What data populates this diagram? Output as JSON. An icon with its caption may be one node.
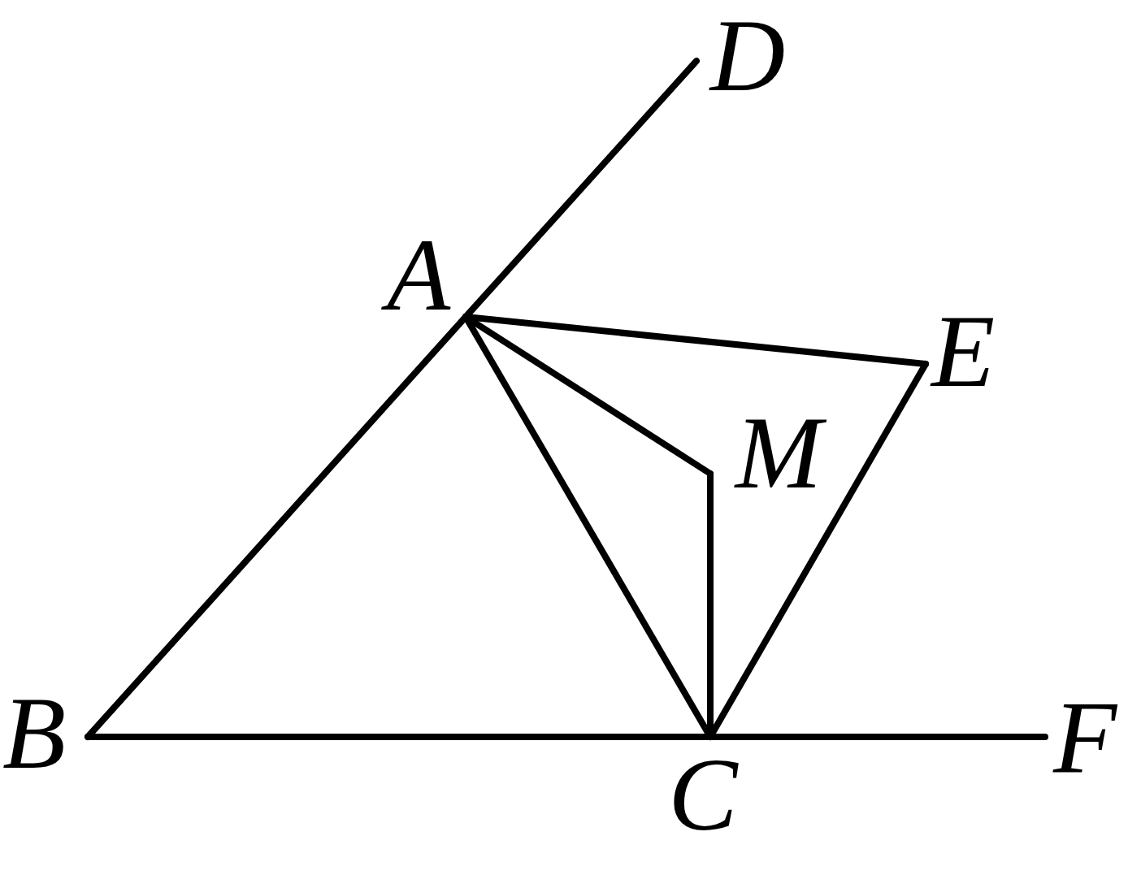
{
  "diagram": {
    "nodes": [
      {
        "text": [
          "D"
        ]
      },
      {
        "text": [
          "A"
        ]
      },
      {
        "text": [
          "E"
        ]
      },
      {
        "text": [
          "M"
        ]
      },
      {
        "text": [
          "B"
        ]
      },
      {
        "text": [
          "C"
        ]
      },
      {
        "text": [
          "F"
        ]
      }
    ],
    "edges": [
      {
        "from": 1,
        "to": 0,
        "arrow": "none"
      },
      {
        "from": 4,
        "to": 1,
        "arrow": "none"
      },
      {
        "from": 4,
        "to": 5,
        "arrow": "none"
      },
      {
        "from": 5,
        "to": 6,
        "arrow": "none"
      },
      {
        "from": 1,
        "to": 2,
        "arrow": "none"
      },
      {
        "from": 1,
        "to": 5,
        "arrow": "none"
      },
      {
        "from": 1,
        "to": 3,
        "arrow": "none"
      },
      {
        "from": 3,
        "to": 5,
        "arrow": "none"
      },
      {
        "from": 5,
        "to": 2,
        "arrow": "none"
      }
    ]
  }
}
